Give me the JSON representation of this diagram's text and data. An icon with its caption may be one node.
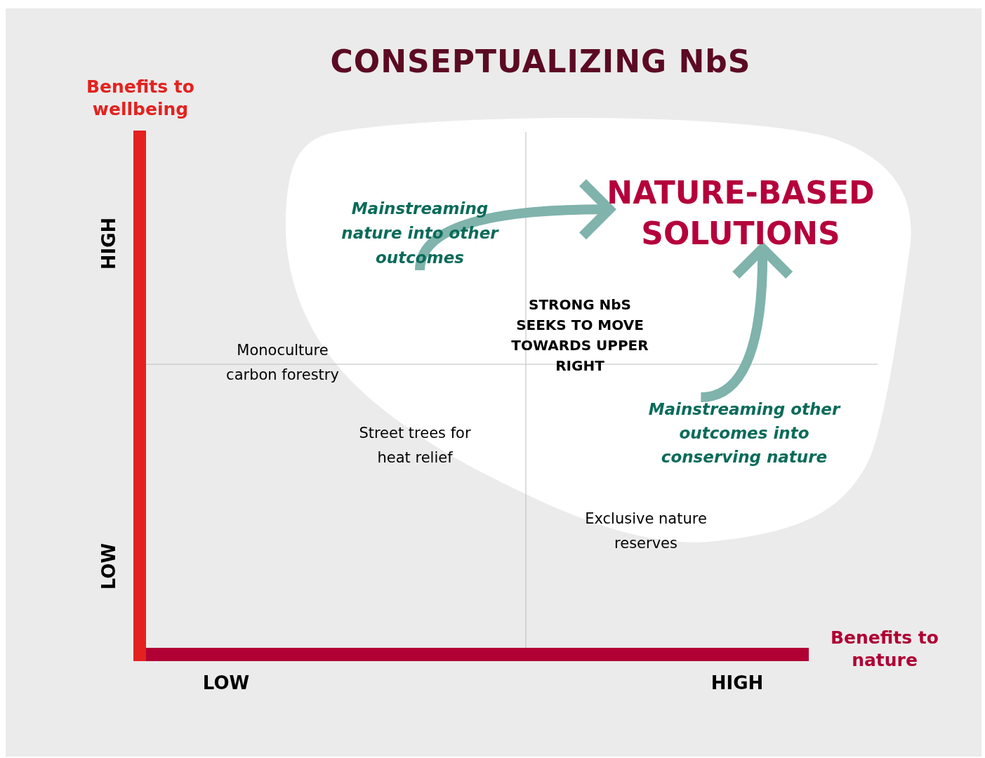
{
  "diagram": {
    "title": "CONSEPTUALIZING NbS",
    "nodes": [
      {
        "text": [
          "NATURE-BASED SOLUTIONS"
        ]
      },
      {
        "text": [
          "Mainstreaming nature into other outcomes"
        ]
      },
      {
        "text": [
          "Mainstreaming other outcomes into conserving nature"
        ]
      }
    ],
    "edges": [
      {
        "from": 1,
        "to": 0,
        "arrow": "to"
      },
      {
        "from": 2,
        "to": 0,
        "arrow": "to"
      }
    ],
    "labels": [
      "Benefits to wellbeing",
      "HIGH",
      "LOW",
      "Monoculture carbon forestry",
      "STRONG NbS SEEKS TO MOVE TOWARDS UPPER RIGHT",
      "Street trees for heat relief",
      "Exclusive nature reserves",
      "Benefits to nature",
      "LOW",
      "HIGH"
    ]
  }
}
